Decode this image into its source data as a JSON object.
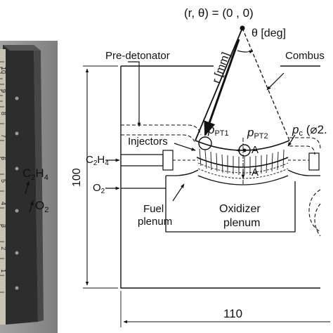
{
  "photo": {
    "ruler_ticks": [
      "10",
      "9",
      "8",
      "7",
      "6",
      "5",
      "4",
      "3",
      "2",
      "1"
    ],
    "c2h4_main": "C",
    "c2h4_sub": "2",
    "c2h4_main2": "H",
    "c2h4_sub2": "4",
    "o2_main": "O",
    "o2_sub": "2"
  },
  "diagram": {
    "origin_label": "(r, θ) = (0 , 0)",
    "theta_label": "θ [deg]",
    "r_label": "r [mm]",
    "pre_detonator": "Pre-detonator",
    "combustor": "Combus",
    "injectors": "Injectors",
    "ppt1_main": "p",
    "ppt1_sub": "PT1",
    "ppt2_main": "p",
    "ppt2_sub": "PT2",
    "pc_main": "p",
    "pc_sub": "c",
    "pc_rest": " (⌀2.",
    "section_top": "A",
    "section_bottom": "A",
    "c2h4_main": "C",
    "c2h4_sub": "2",
    "c2h4_main2": "H",
    "c2h4_sub2": "4",
    "o2_main": "O",
    "o2_sub": "2",
    "fuel_1": "Fuel",
    "fuel_2": "plenum",
    "ox_1": "Oxidizer",
    "ox_2": "plenum",
    "dim_height": "100",
    "dim_width": "110"
  },
  "colors": {
    "ink": "#111111",
    "photo_bg": "#8f8f8f",
    "block": "#2a2a2a"
  }
}
